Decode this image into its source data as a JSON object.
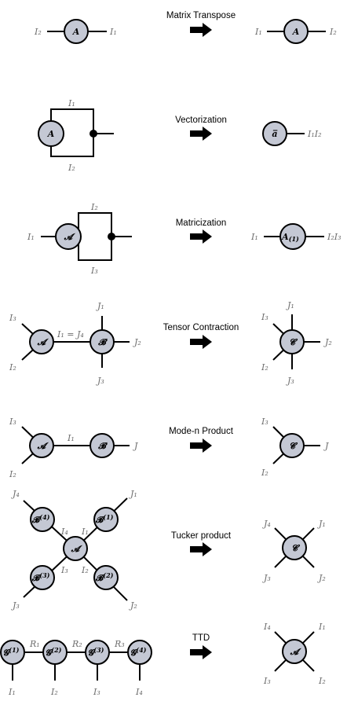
{
  "rows": [
    {
      "title": "Matrix Transpose",
      "left": {
        "node": "A",
        "left_label": "I₂",
        "right_label": "I₁"
      },
      "right": {
        "node": "A",
        "left_label": "I₁",
        "right_label": "I₂"
      }
    },
    {
      "title": "Vectorization",
      "left": {
        "node": "A",
        "top_label": "I₁",
        "bottom_label": "I₂"
      },
      "right": {
        "node": "a̅",
        "right_label": "I₁I₂"
      }
    },
    {
      "title": "Matricization",
      "left": {
        "node": "𝓐",
        "left_label": "I₁",
        "top_label": "I₂",
        "bottom_label": "I₃"
      },
      "right": {
        "node": "A",
        "node_sub": "(1)",
        "left_label": "I₁",
        "right_label": "I₂I₃"
      }
    },
    {
      "title": "Tensor Contraction",
      "left": {
        "node_a": "𝓐",
        "node_b": "𝓑",
        "label_i3": "I₃",
        "label_i2": "I₂",
        "label_mid": "I₁ = J₄",
        "label_j1": "J₁",
        "label_j2": "J₂",
        "label_j3": "J₃"
      },
      "right": {
        "node": "𝓒",
        "label_i3": "I₃",
        "label_j1": "J₁",
        "label_j2": "J₂",
        "label_i2": "I₂",
        "label_j3": "J₃"
      }
    },
    {
      "title": "Mode-n Product",
      "left": {
        "node_a": "𝓐",
        "node_b": "𝓑",
        "label_i3": "I₃",
        "label_i1": "I₁",
        "label_j": "J",
        "label_i2": "I₂"
      },
      "right": {
        "node": "𝓒",
        "label_i3": "I₃",
        "label_j": "J",
        "label_i2": "I₂"
      }
    },
    {
      "title": "Tucker product",
      "left": {
        "core": "𝓐",
        "b4": "𝓑",
        "b4_sup": "(4)",
        "b1": "𝓑",
        "b1_sup": "(1)",
        "b3": "𝓑",
        "b3_sup": "(3)",
        "b2": "𝓑",
        "b2_sup": "(2)",
        "label_j4": "J₄",
        "label_j1": "J₁",
        "label_j3": "J₃",
        "label_j2": "J₂",
        "label_i4": "I₄",
        "label_i1": "I₁",
        "label_i3": "I₃",
        "label_i2": "I₂"
      },
      "right": {
        "node": "𝓒",
        "label_j4": "J₄",
        "label_j1": "J₁",
        "label_j3": "J₃",
        "label_j2": "J₂"
      }
    },
    {
      "title": "TTD",
      "left": {
        "g1": "𝓖",
        "g1_sup": "(1)",
        "g2": "𝓖",
        "g2_sup": "(2)",
        "g3": "𝓖",
        "g3_sup": "(3)",
        "g4": "𝓖",
        "g4_sup": "(4)",
        "label_r1": "R₁",
        "label_r2": "R₂",
        "label_r3": "R₃",
        "label_i1": "I₁",
        "label_i2": "I₂",
        "label_i3": "I₃",
        "label_i4": "I₄"
      },
      "right": {
        "node": "𝓐",
        "label_i4": "I₄",
        "label_i1": "I₁",
        "label_i3": "I₃",
        "label_i2": "I₂"
      }
    }
  ],
  "colors": {
    "node_fill": "#c4c8d4",
    "label": "#6e6e6e",
    "line": "#000000"
  }
}
